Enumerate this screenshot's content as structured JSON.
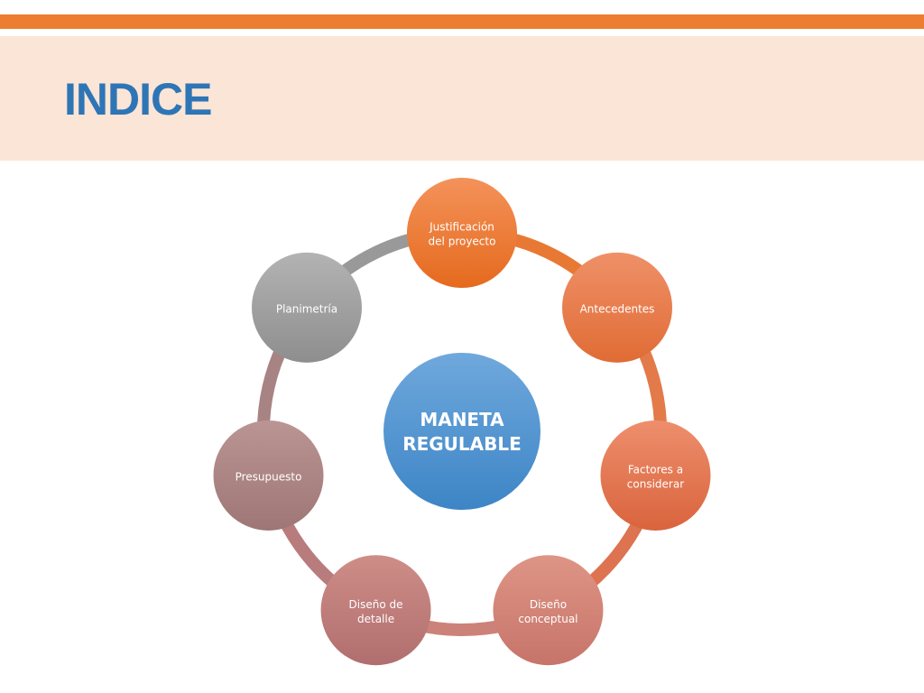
{
  "slide": {
    "title": "INDICE",
    "accent_color": "#ED7D31",
    "header_bg_color": "#FBE5D6",
    "title_color": "#2E75B6"
  },
  "diagram": {
    "center": {
      "lines": [
        "MANETA",
        "REGULABLE"
      ],
      "color_top": "#6FA8DC",
      "color_bottom": "#3D85C6"
    },
    "nodes": [
      {
        "name": "node-justificacion",
        "lines": [
          "Justificación",
          "del proyecto"
        ],
        "color_top": "#F4925A",
        "color_bottom": "#E56A1E"
      },
      {
        "name": "node-antecedentes",
        "lines": [
          "Antecedentes"
        ],
        "color_top": "#EF9068",
        "color_bottom": "#E06C35"
      },
      {
        "name": "node-factores",
        "lines": [
          "Factores a",
          "considerar"
        ],
        "color_top": "#EE8E6C",
        "color_bottom": "#D9643D"
      },
      {
        "name": "node-diseno-conceptual",
        "lines": [
          "Diseño",
          "conceptual"
        ],
        "color_top": "#DE9585",
        "color_bottom": "#C7746A"
      },
      {
        "name": "node-diseno-detalle",
        "lines": [
          "Diseño de",
          "detalle"
        ],
        "color_top": "#CF8D88",
        "color_bottom": "#B06E6E"
      },
      {
        "name": "node-presupuesto",
        "lines": [
          "Presupuesto"
        ],
        "color_top": "#BA9593",
        "color_bottom": "#9E7676"
      },
      {
        "name": "node-planimetria",
        "lines": [
          "Planimetría"
        ],
        "color_top": "#B3B3B3",
        "color_bottom": "#8E8E8E"
      }
    ]
  }
}
